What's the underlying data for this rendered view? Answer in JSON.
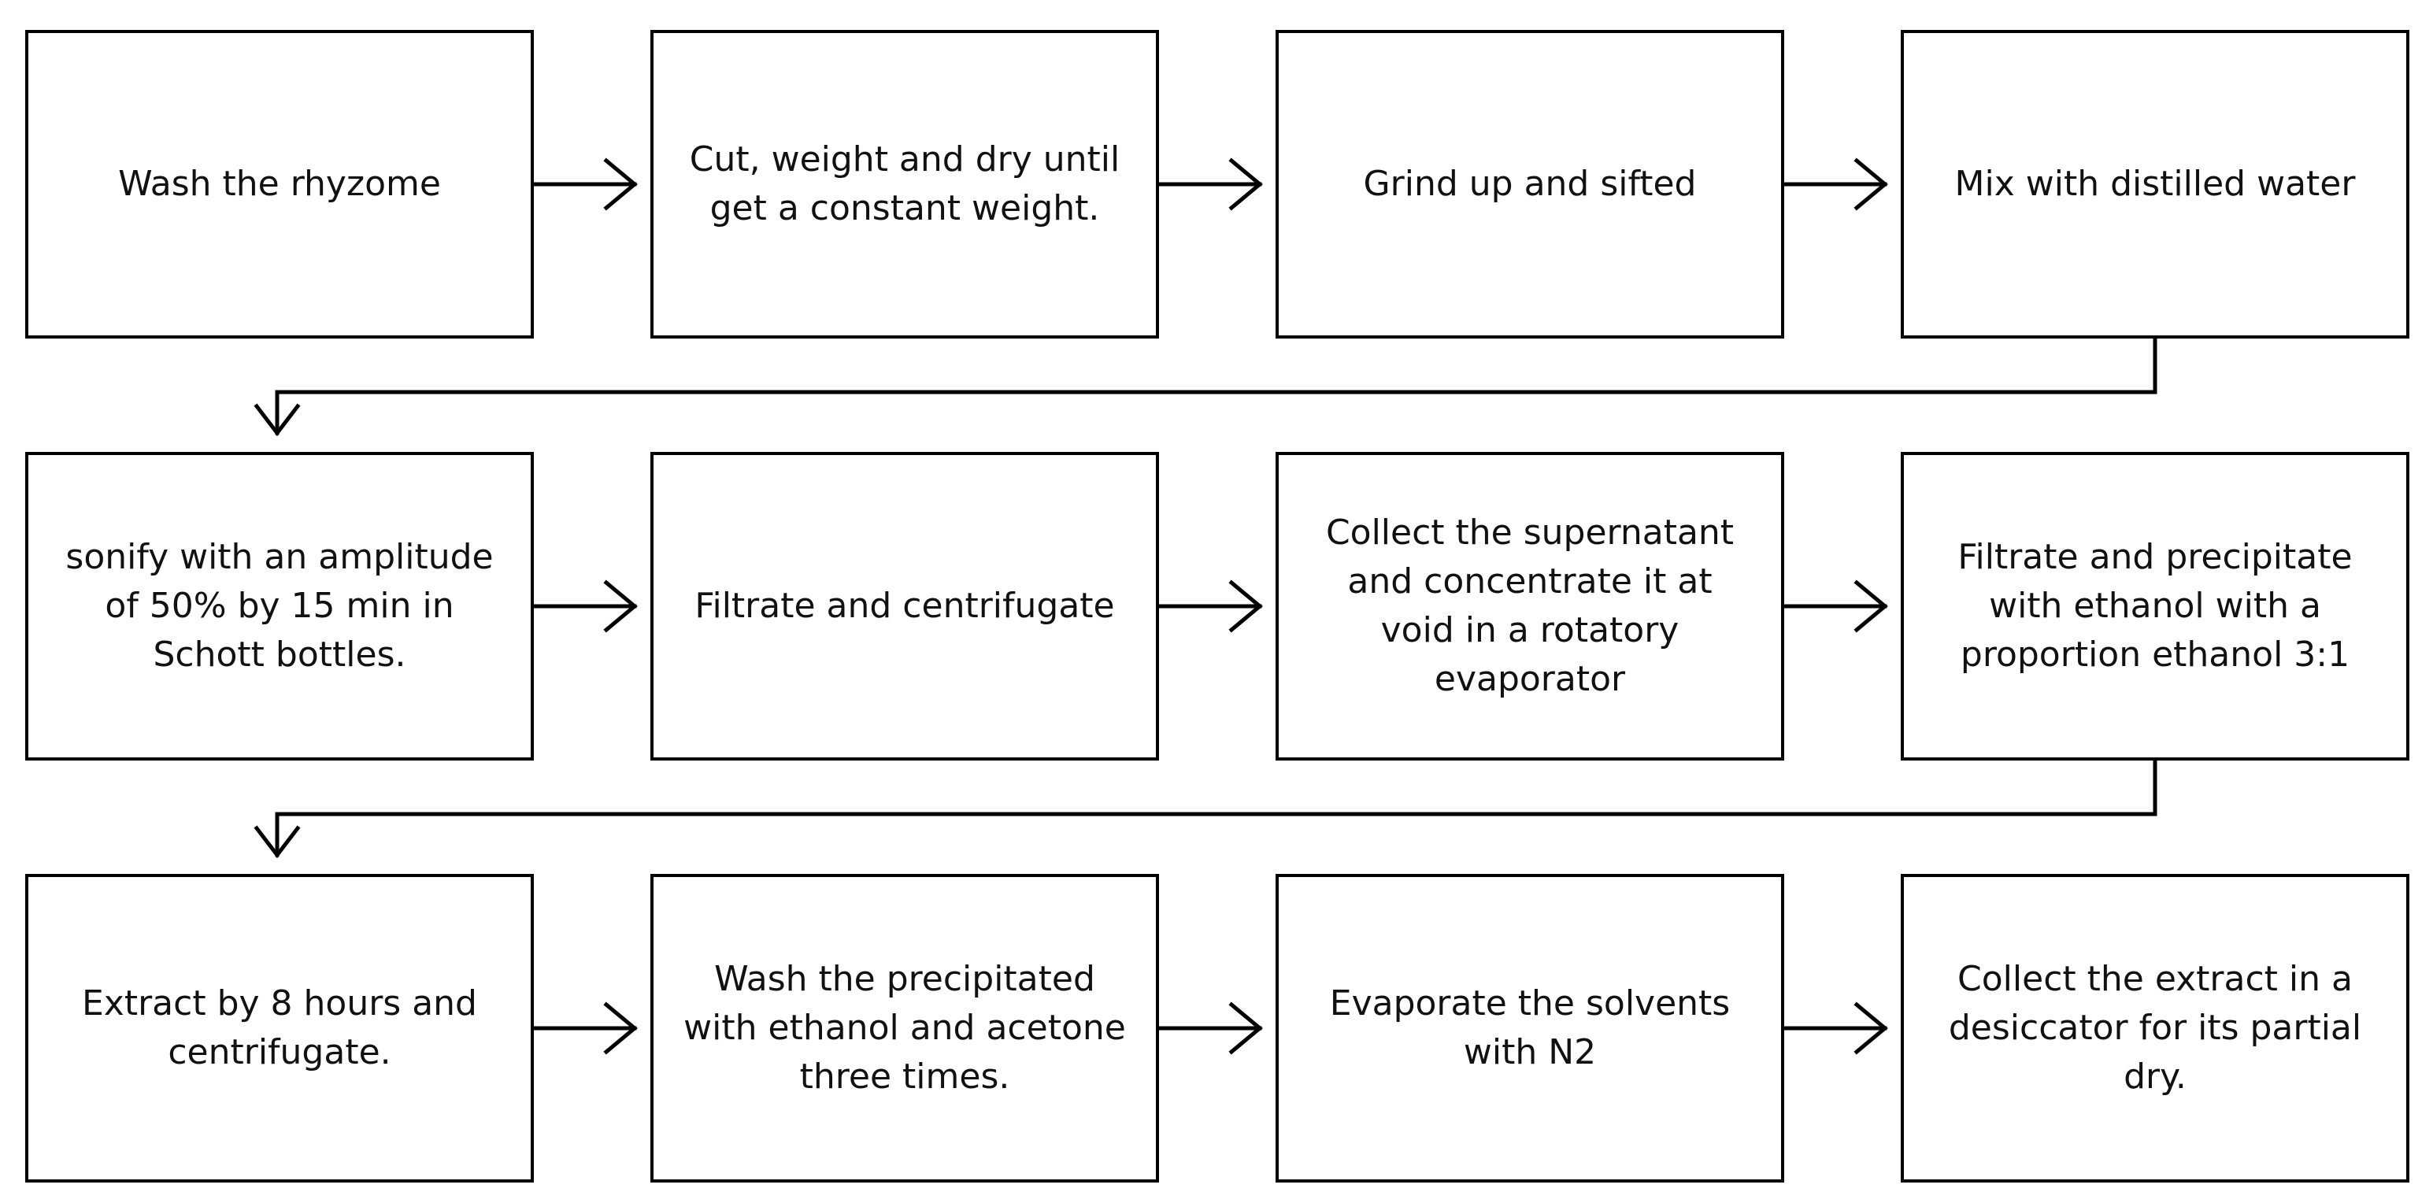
{
  "steps": [
    {
      "text": "Wash the rhyzome"
    },
    {
      "text": "Cut, weight and dry until get a constant weight."
    },
    {
      "text": "Grind up and sifted"
    },
    {
      "text": "Mix with distilled water"
    },
    {
      "text": "sonify with an amplitude of 50% by 15 min in Schott bottles."
    },
    {
      "text": "Filtrate and centrifugate"
    },
    {
      "text": "Collect the supernatant and concentrate it at void in a rotatory evaporator"
    },
    {
      "text": "Filtrate and precipitate with ethanol with a proportion ethanol 3:1"
    },
    {
      "text": "Extract by 8 hours and centrifugate."
    },
    {
      "text": "Wash the precipitated with ethanol and acetone three times."
    },
    {
      "text": "Evaporate the solvents with N2"
    },
    {
      "text": "Collect the extract in a desiccator for its partial dry."
    }
  ],
  "colors": {
    "stroke": "#000000",
    "background": "#ffffff",
    "text": "#111111"
  }
}
